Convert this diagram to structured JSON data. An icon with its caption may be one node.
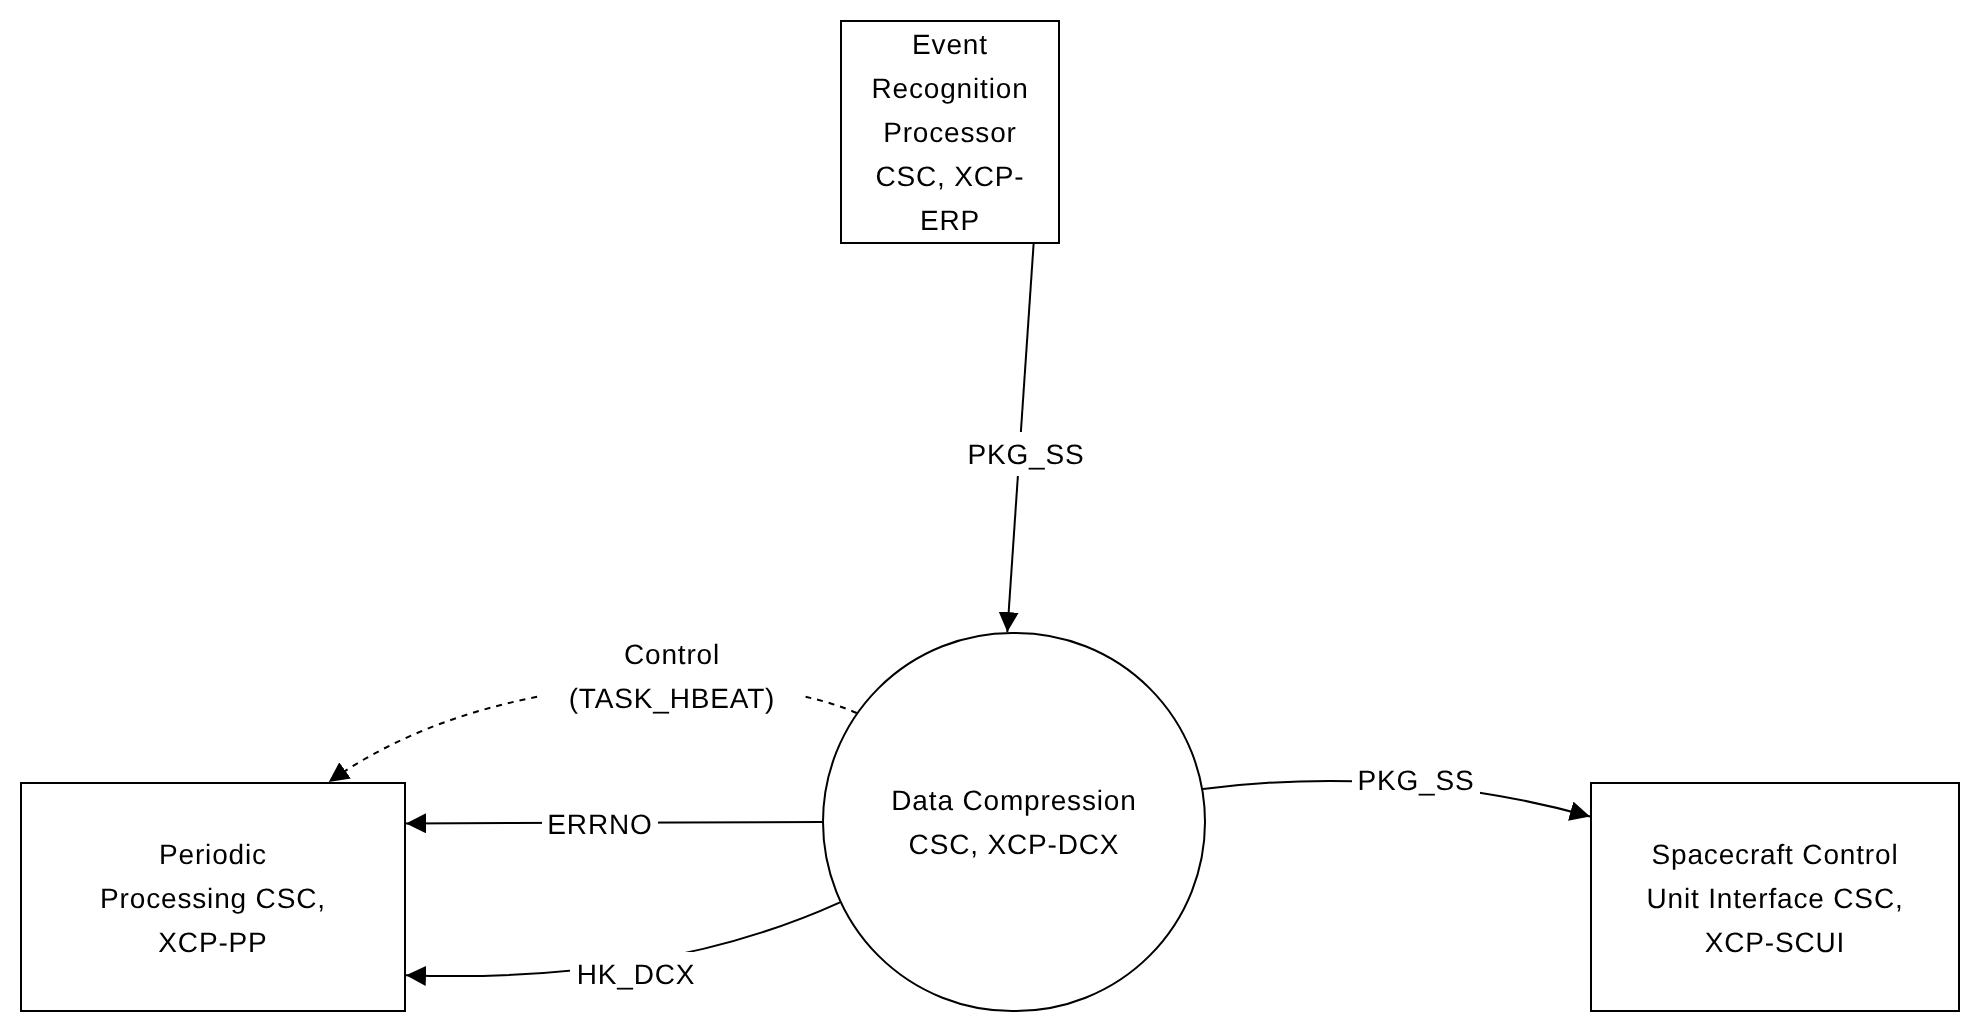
{
  "diagram": {
    "nodes": [
      {
        "text": [
          "Event Recognition Processor CSC, XCP-ERP"
        ]
      },
      {
        "text": [
          "Data Compression CSC, XCP-DCX"
        ]
      },
      {
        "text": [
          "Periodic Processing CSC, XCP-PP"
        ]
      },
      {
        "text": [
          "Spacecraft Control Unit Interface CSC, XCP-SCUI"
        ]
      }
    ],
    "edges": [
      {
        "from": 0,
        "to": 1,
        "arrow": "to",
        "label": "PKG_SS"
      },
      {
        "from": 1,
        "to": 2,
        "arrow": "to",
        "label": "Control (TASK_HBEAT)",
        "style": "dashed"
      },
      {
        "from": 1,
        "to": 2,
        "arrow": "to",
        "label": "ERRNO"
      },
      {
        "from": 1,
        "to": 2,
        "arrow": "to",
        "label": "HK_DCX"
      },
      {
        "from": 1,
        "to": 3,
        "arrow": "to",
        "label": "PKG_SS"
      }
    ]
  }
}
